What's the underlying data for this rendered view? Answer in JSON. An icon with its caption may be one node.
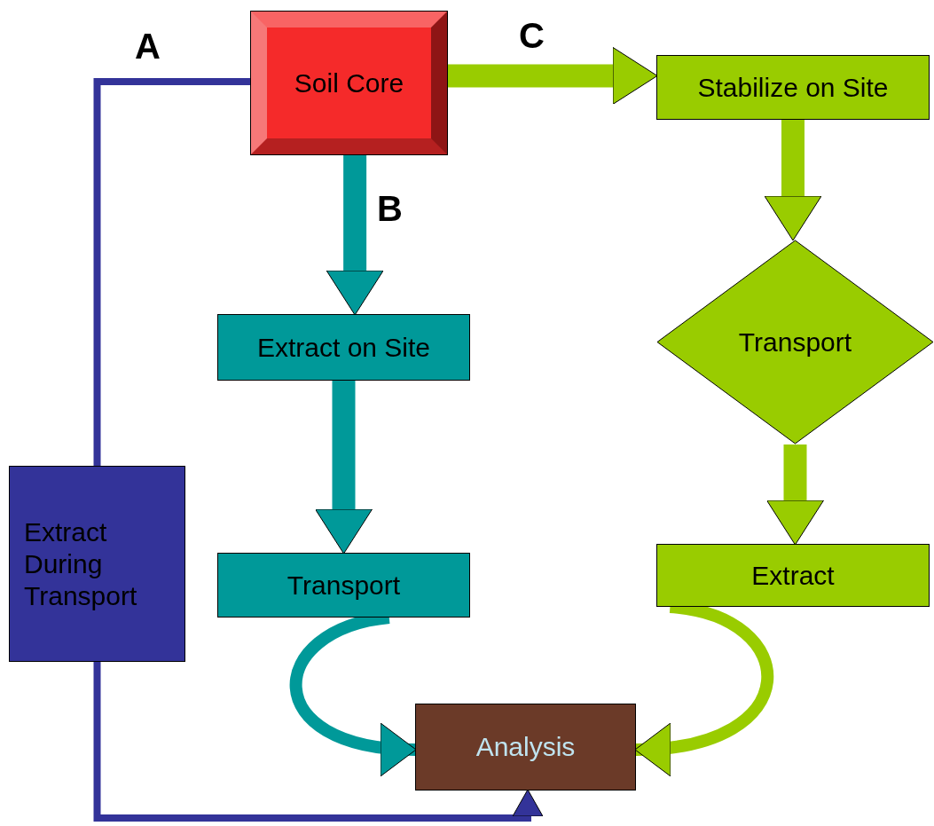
{
  "diagram": {
    "nodes": [
      {
        "text": [
          "Soil Core"
        ]
      },
      {
        "text": [
          "Stabilize on Site"
        ]
      },
      {
        "text": [
          "Extract on Site"
        ]
      },
      {
        "text": [
          "Transport"
        ]
      },
      {
        "text": [
          "Transport"
        ]
      },
      {
        "text": [
          "Extract"
        ]
      },
      {
        "text": [
          "Analysis"
        ]
      },
      {
        "text": [
          "Extract During Transport"
        ]
      }
    ],
    "edges": [
      {
        "from": 0,
        "to": 7,
        "arrow": "none",
        "label": "A",
        "color": "#333399"
      },
      {
        "from": 7,
        "to": 6,
        "arrow": "to",
        "color": "#333399"
      },
      {
        "from": 0,
        "to": 2,
        "arrow": "to",
        "label": "B",
        "color": "#009999"
      },
      {
        "from": 2,
        "to": 3,
        "arrow": "to",
        "color": "#009999"
      },
      {
        "from": 0,
        "to": 1,
        "arrow": "to",
        "label": "C"
      },
      {
        "from": 1,
        "to": 4,
        "arrow": "to"
      },
      {
        "from": 4,
        "to": 5,
        "arrow": "to"
      },
      {
        "from": 3,
        "to": 6,
        "arrow": "to",
        "color": "#009999"
      },
      {
        "from": 5,
        "to": 6,
        "arrow": "to"
      }
    ]
  }
}
